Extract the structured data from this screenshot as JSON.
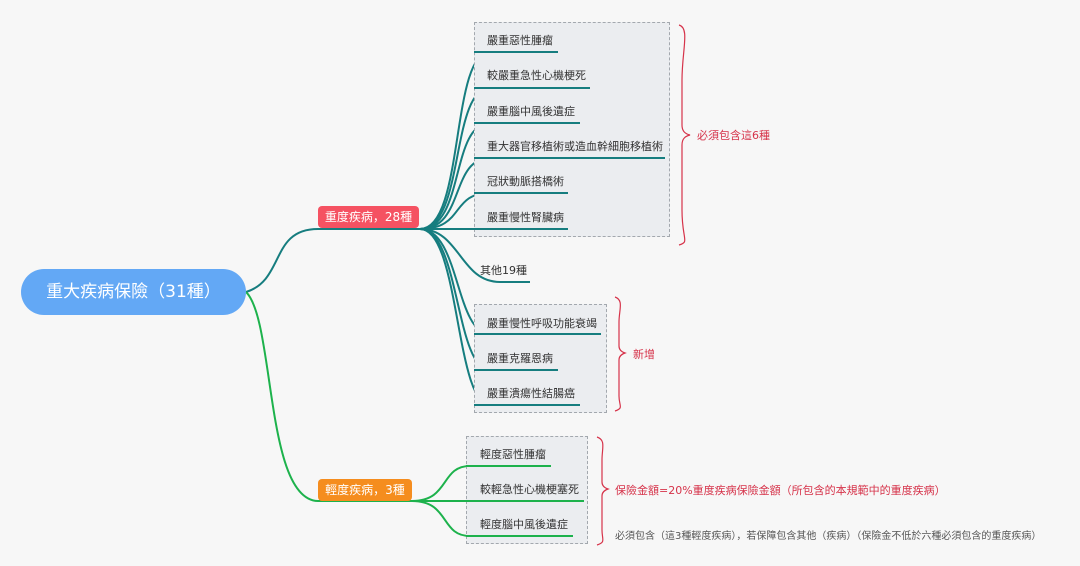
{
  "colors": {
    "background": "#f7f7f7",
    "root": "#63a8f5",
    "major_branch": "#f55262",
    "minor_branch": "#f58d1e",
    "major_line": "#167d7f",
    "minor_line": "#1db24c",
    "brace": "#d6334a",
    "group_fill": "#ebedf0",
    "group_border": "#a3a8ae"
  },
  "root": {
    "label": "重大疾病保險（31種）"
  },
  "major": {
    "label": "重度疾病，28種",
    "required_group": {
      "items": [
        "嚴重惡性腫瘤",
        "較嚴重急性心機梗死",
        "嚴重腦中風後遺症",
        "重大器官移植術或造血幹細胞移植術",
        "冠狀動脈搭橋術",
        "嚴重慢性腎臟病"
      ],
      "note": "必須包含這6種"
    },
    "other": "其他19種",
    "new_group": {
      "items": [
        "嚴重慢性呼吸功能衰竭",
        "嚴重克羅恩病",
        "嚴重潰瘍性結腸癌"
      ],
      "note": "新增"
    }
  },
  "minor": {
    "label": "輕度疾病，3種",
    "group": {
      "items": [
        "輕度惡性腫瘤",
        "較輕急性心機梗塞死",
        "輕度腦中風後遺症"
      ],
      "note_main": "保險金額=20%重度疾病保險金額（所包含的本規範中的重度疾病）",
      "note_sub": "必須包含（這3種輕度疾病），若保障包含其他（疾病）（保險金不低於六種必須包含的重度疾病）"
    }
  }
}
